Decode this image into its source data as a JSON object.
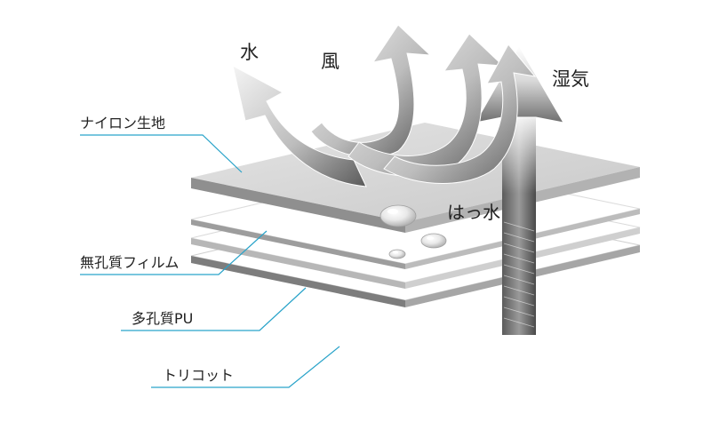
{
  "labels": {
    "water": "水",
    "wind": "風",
    "moisture": "湿気",
    "water_repellent": "はっ水",
    "nylon": "ナイロン生地",
    "nonporous_film": "無孔質フィルム",
    "porous_pu": "多孔質PU",
    "tricot": "トリコット"
  },
  "colors": {
    "leader_line": "#29a3c9",
    "text": "#222222",
    "top_layer": "#dcdcdc",
    "layer_edge": "#8c8c8c"
  },
  "icons": {
    "water_arrow": "curved-arrow",
    "wind_arrow": "curved-arrow",
    "moisture_arrow": "straight-up-arrow",
    "droplets": "water-droplet"
  }
}
